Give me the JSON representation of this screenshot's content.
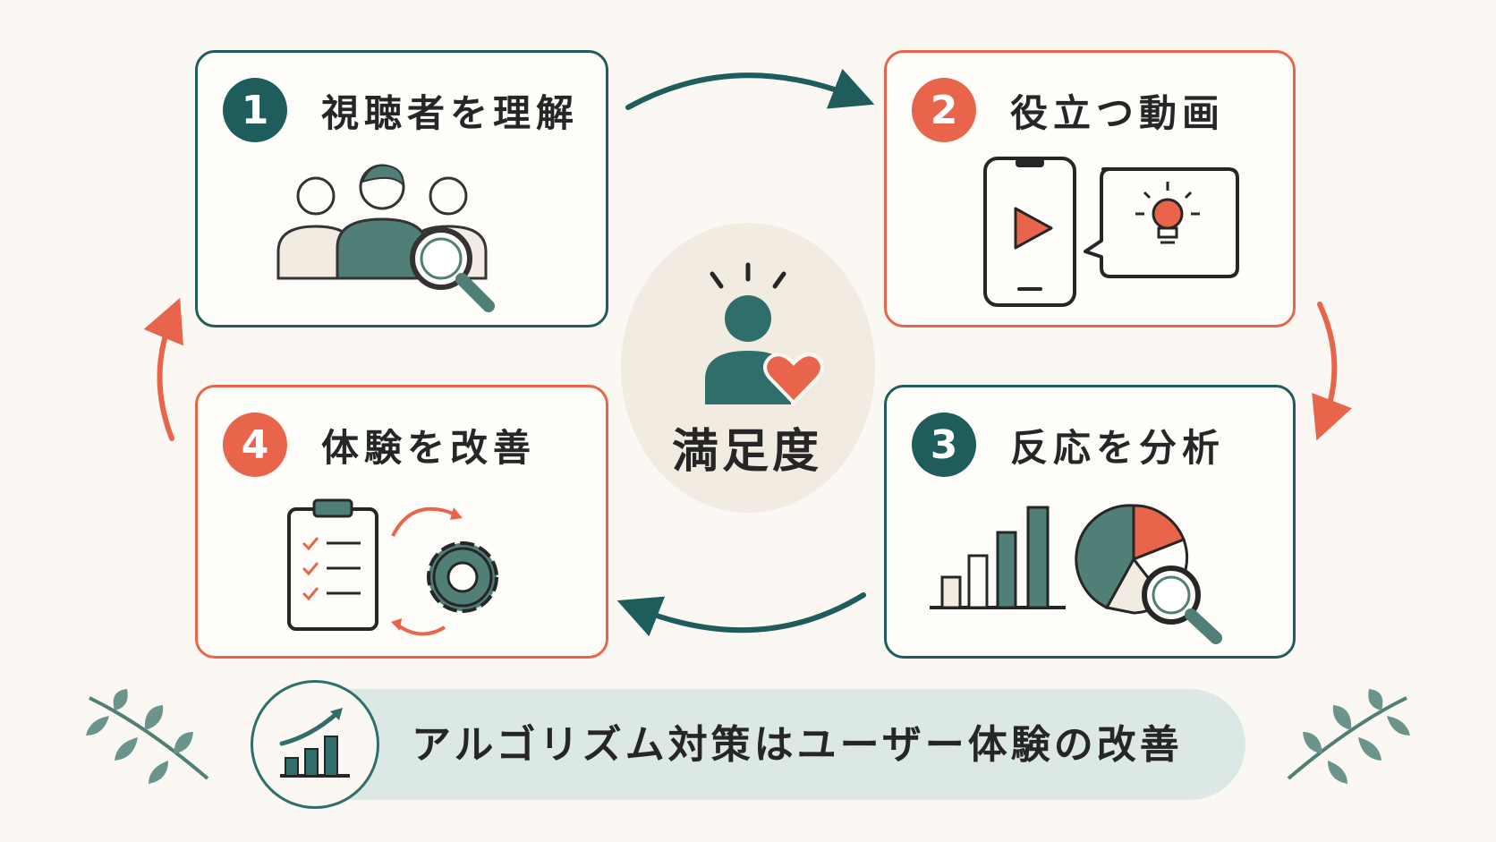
{
  "center": {
    "title": "満足度"
  },
  "steps": [
    {
      "number": "1",
      "title": "視聴者を理解"
    },
    {
      "number": "2",
      "title": "役立つ動画"
    },
    {
      "number": "3",
      "title": "反応を分析"
    },
    {
      "number": "4",
      "title": "体験を改善"
    }
  ],
  "banner": {
    "text": "アルゴリズム対策はユーザー体験の改善"
  },
  "colors": {
    "teal": "#1f5c5c",
    "coral": "#e8654b",
    "sage": "#4f7f76",
    "background": "#fbf8f3",
    "banner": "#dce8e6"
  },
  "icons": [
    "people-magnifier-icon",
    "phone-video-lightbulb-icon",
    "bar-pie-magnifier-icon",
    "checklist-gear-icon",
    "heart-person-icon",
    "growth-chart-icon",
    "leaf-branch-icon"
  ]
}
